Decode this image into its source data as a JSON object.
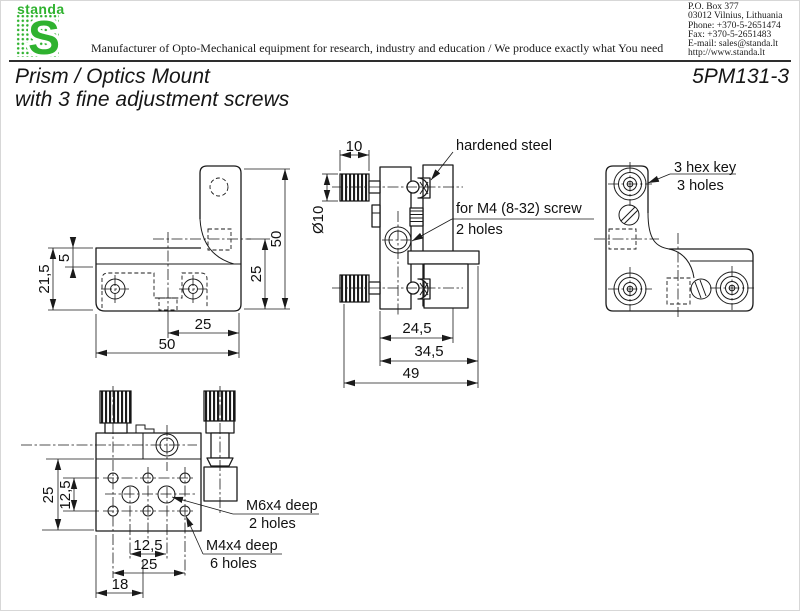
{
  "header": {
    "logo_text": "standa",
    "logo_s": "S",
    "tagline": "Manufacturer of Opto-Mechanical equipment for research, industry and education / We produce exactly what You need",
    "contact_lines": [
      "P.O. Box 377",
      "03012 Vilnius, Lithuania",
      "Phone: +370-5-2651474",
      "Fax: +370-5-2651483",
      "E-mail: sales@standa.lt",
      "http://www.standa.lt"
    ]
  },
  "title": {
    "product_line1": "Prism / Optics Mount",
    "product_line2": "with 3 fine adjustment screws",
    "part_number": "5PM131-3"
  },
  "colors": {
    "brand_green": "#2fb22f",
    "line_black": "#1a1a1a"
  },
  "side_view": {
    "dim_height": "50",
    "dim_height_half": "25",
    "dim_arm_height": "21,5",
    "dim_step": "5",
    "dim_width_half": "25",
    "dim_width": "50"
  },
  "front_view": {
    "dim_knob_width": "10",
    "dim_knob_dia": "Ø10",
    "dim_depth1": "24,5",
    "dim_depth2": "34,5",
    "dim_depth3": "49",
    "label_hardened": "hardened steel",
    "label_m4_line1": "for M4 (8-32) screw",
    "label_m4_line2": "2 holes"
  },
  "back_view": {
    "label_hex_line1": "3 hex key",
    "label_hex_line2": "3 holes"
  },
  "top_view": {
    "dim_v_outer": "25",
    "dim_v_inner": "12,5",
    "dim_h_inner": "12,5",
    "dim_h_outer": "25",
    "dim_knob_offset": "18",
    "label_m6_line1": "M6x4 deep",
    "label_m6_line2": "2 holes",
    "label_m4_line1": "M4x4 deep",
    "label_m4_line2": "6 holes"
  }
}
